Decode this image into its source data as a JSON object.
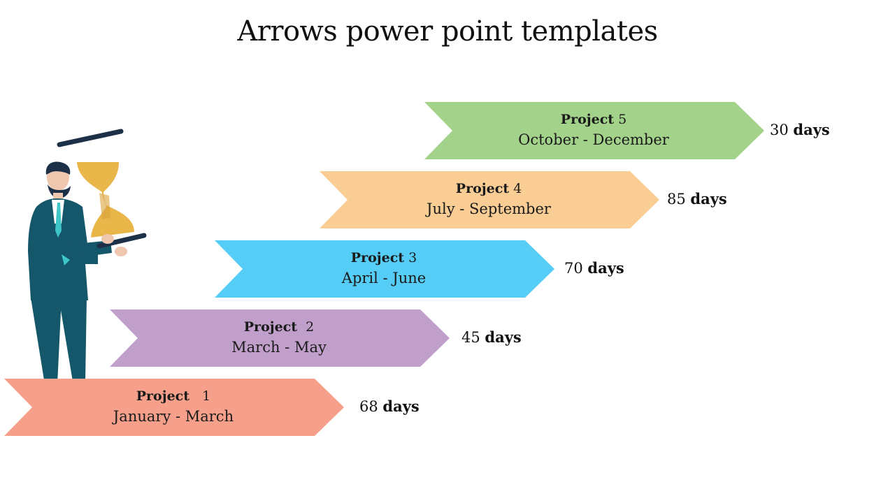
{
  "title": "Arrows power point templates",
  "colors": {
    "project1": "#F6A08B",
    "project2": "#C19FCB",
    "project3": "#56CDF6",
    "project4": "#F9CD94",
    "project5": "#A3D28A"
  },
  "projects": [
    {
      "word": "Project",
      "number": "1",
      "period": "January - March",
      "duration_value": "68",
      "duration_unit": "days"
    },
    {
      "word": "Project",
      "number": "2",
      "period": "March - May",
      "duration_value": "45",
      "duration_unit": "days"
    },
    {
      "word": "Project",
      "number": "3",
      "period": "April - June",
      "duration_value": "70",
      "duration_unit": "days"
    },
    {
      "word": "Project",
      "number": "4",
      "period": "July - September",
      "duration_value": "85",
      "duration_unit": "days"
    },
    {
      "word": "Project",
      "number": "5",
      "period": "October - December",
      "duration_value": "30",
      "duration_unit": "days"
    }
  ],
  "illustration": "businessman-hourglass-icon"
}
